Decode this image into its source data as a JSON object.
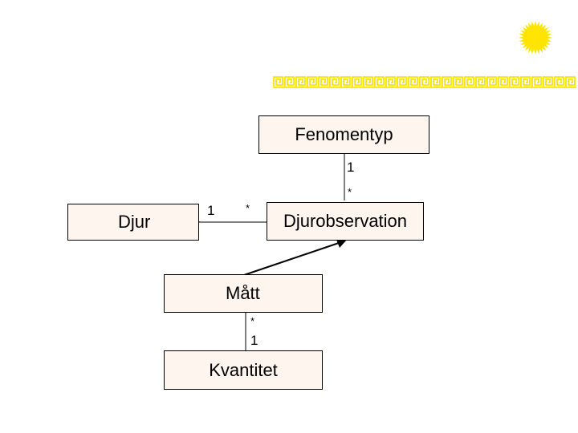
{
  "decorations": {
    "sun_icon": "sun-icon",
    "sun_color": "#ffe400",
    "meander_icon": "greek-key-border",
    "meander_color": "#ffe400"
  },
  "diagram": {
    "line_color": "#000000",
    "box_fill": "#fdf5ee",
    "classes": {
      "fenomentyp": "Fenomentyp",
      "djur": "Djur",
      "djurobservation": "Djurobservation",
      "matt": "Mått",
      "kvantitet": "Kvantitet"
    },
    "associations": {
      "fenomentyp_djurobservation": {
        "fenomentyp_end": "1",
        "djurobservation_end": "*"
      },
      "djur_djurobservation": {
        "djur_end": "1",
        "djurobservation_end": "*"
      },
      "matt_kvantitet": {
        "matt_end": "*",
        "kvantitet_end": "1"
      }
    }
  }
}
